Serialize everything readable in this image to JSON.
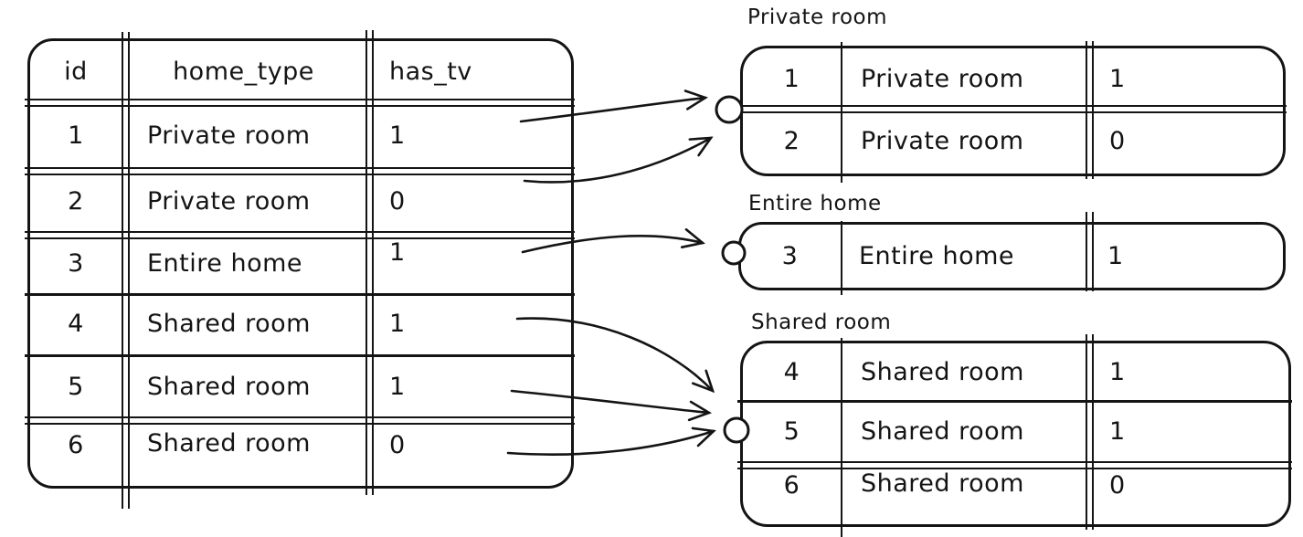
{
  "colors": {
    "stroke": "#141414",
    "background": "#ffffff"
  },
  "source_table": {
    "columns": [
      "id",
      "home_type",
      "has_tv"
    ],
    "rows": [
      [
        "1",
        "Private room",
        "1"
      ],
      [
        "2",
        "Private room",
        "0"
      ],
      [
        "3",
        "Entire home",
        "1"
      ],
      [
        "4",
        "Shared room",
        "1"
      ],
      [
        "5",
        "Shared room",
        "1"
      ],
      [
        "6",
        "Shared room",
        "0"
      ]
    ]
  },
  "groups": [
    {
      "title": "Private room",
      "rows": [
        [
          "1",
          "Private room",
          "1"
        ],
        [
          "2",
          "Private room",
          "0"
        ]
      ]
    },
    {
      "title": "Entire home",
      "rows": [
        [
          "3",
          "Entire home",
          "1"
        ]
      ]
    },
    {
      "title": "Shared room",
      "rows": [
        [
          "4",
          "Shared room",
          "1"
        ],
        [
          "5",
          "Shared room",
          "1"
        ],
        [
          "6",
          "Shared room",
          "0"
        ]
      ]
    }
  ]
}
